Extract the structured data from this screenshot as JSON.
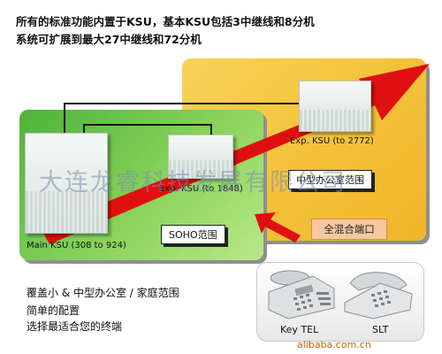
{
  "heading": {
    "line1": "所有的标准功能内置于KSU，基本KSU包括3中继线和8分机",
    "line2": "系统可扩展到最大27中继线和72分机"
  },
  "units": {
    "main_label": "Main KSU (308 to 924)",
    "mid_label": "Exp. KSU (to 1848)",
    "exp_label": "Exp. KSU (to 2772)"
  },
  "tags": {
    "soho": "SOHO范围",
    "mid_office": "中型办公室范围",
    "hybrid_ports": "全混合端口"
  },
  "watermark": "大连龙睿科技发展有限公司",
  "features": [
    "覆盖小 & 中型办公室 / 家庭范围",
    "简单的配置",
    "选择最适合您的终端"
  ],
  "phones": {
    "key_tel": "Key TEL",
    "slt": "SLT"
  },
  "footer": {
    "site": "alibaba.com.cn"
  },
  "colors": {
    "green_panel": "#6cc24a",
    "orange_panel": "#f4c33b",
    "growth_arrow": "#e01010",
    "hybrid_box": "#f7c8a0"
  }
}
